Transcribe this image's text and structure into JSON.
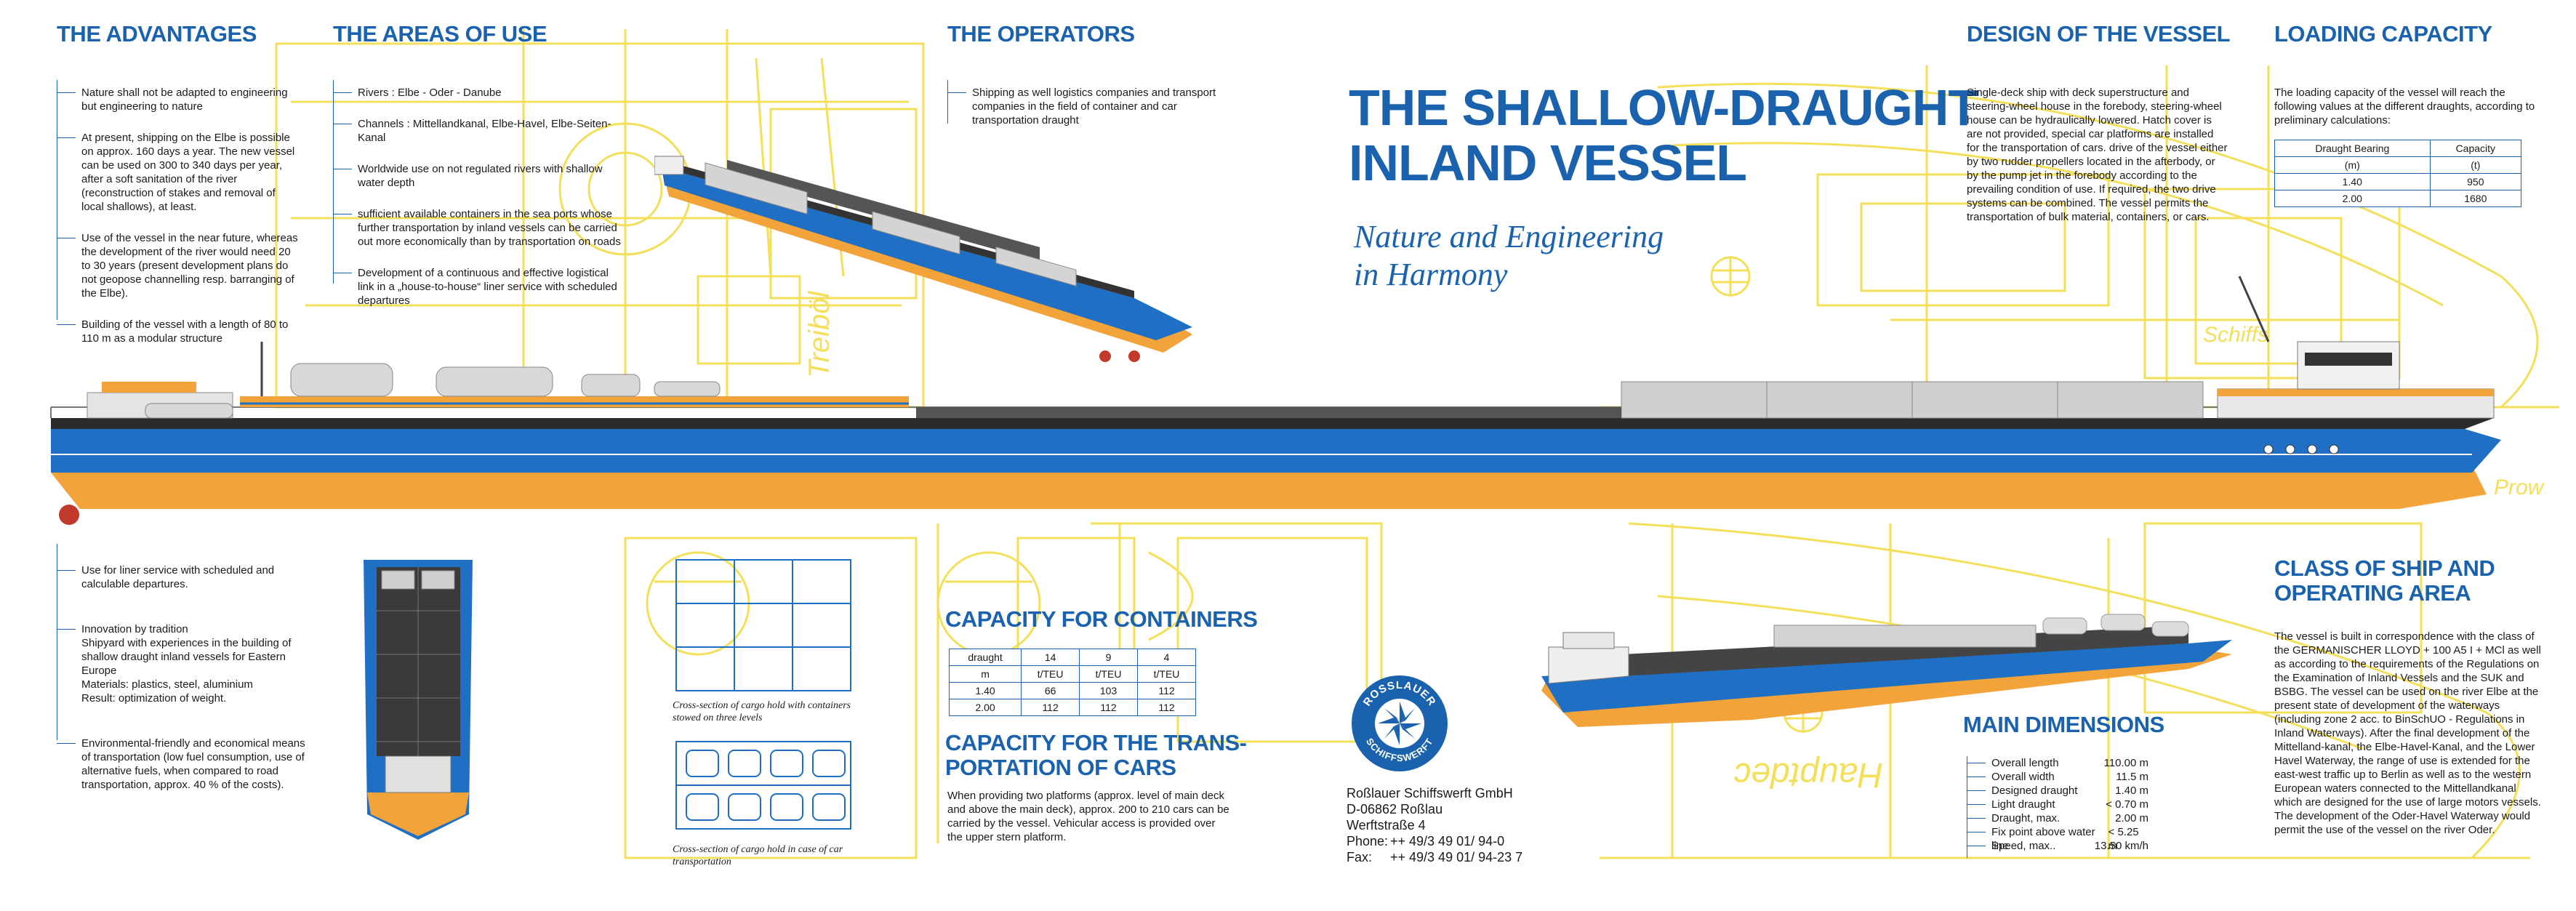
{
  "main": {
    "title_line1": "THE SHALLOW-DRAUGHT",
    "title_line2": "INLAND VESSEL",
    "subtitle_line1": "Nature and Engineering",
    "subtitle_line2": "in Harmony"
  },
  "advantages": {
    "heading": "THE ADVANTAGES",
    "items": [
      "Nature shall not be adapted to engineering but engineering to nature",
      "At present, shipping on the Elbe is possible on approx. 160 days a year. The new vessel can be used on 300 to 340 days per year, after a soft sanitation of the river (reconstruction of stakes and removal of local shallows), at least.",
      "Use of the vessel in the near future, whereas the development of the river would need 20 to 30 years (present development plans do not geopose channelling resp. barranging of the Elbe).",
      "Building of the vessel with a length of 80 to 110 m as a modular structure"
    ],
    "items_lower": [
      "Use for liner service with scheduled and calculable departures.",
      "Innovation by tradition\nShipyard with experiences in the building of shallow draught inland vessels for Eastern Europe\nMaterials: plastics, steel, aluminium\nResult: optimization of weight.",
      "Environmental-friendly and economical means of transportation (low fuel consumption, use of alternative fuels, when compared to road transportation, approx. 40 % of the costs)."
    ]
  },
  "areas": {
    "heading": "THE AREAS OF USE",
    "items": [
      "Rivers : Elbe - Oder - Danube",
      "Channels : Mittellandkanal, Elbe-Havel, Elbe-Seiten-Kanal",
      "Worldwide use on not regulated rivers with shallow water depth",
      "sufficient available containers in the sea ports whose further transportation by inland vessels can be carried out more economically than by transportation on roads",
      "Development of a continuous and effective logistical link in a „house-to-house“ liner service with scheduled departures"
    ]
  },
  "operators": {
    "heading": "THE OPERATORS",
    "text": "Shipping as well logistics companies and transport companies in the field of container and car transportation draught"
  },
  "design": {
    "heading": "DESIGN OF THE VESSEL",
    "text": "Single-deck ship with deck superstructure and steering-wheel house in the forebody, steering-wheel house can be hydraulically lowered. Hatch cover is are not provided, special car platforms are installed for the transportation of cars. drive of the vessel either by two rudder propellers located in the afterbody, or by the pump jet in the forebody according to the prevailing condition of use. If required, the two drive systems can be combined. The vessel permits the transportation of bulk material, containers, or cars."
  },
  "loading": {
    "heading": "LOADING CAPACITY",
    "text": "The loading capacity of the vessel will reach the following values at the different draughts, according to preliminary calculations:",
    "table": {
      "col1": "Draught Bearing",
      "col2": "Capacity",
      "unit1": "(m)",
      "unit2": "(t)",
      "rows": [
        [
          "1.40",
          "950"
        ],
        [
          "2.00",
          "1680"
        ]
      ]
    }
  },
  "class": {
    "heading_line1": "CLASS OF SHIP AND",
    "heading_line2": "OPERATING AREA",
    "text": "The vessel is built in correspondence with the class of the GERMANISCHER LLOYD + 100 A5 I + MCl as well as according to the requirements of the Regulations on the Examination of Inland Vessels and the SUK and BSBG. The vessel can be used on the river Elbe at the present state of development of the waterways (including zone 2 acc. to BinSchUO - Regulations in Inland Waterways). After the final development of the Mittelland-kanal, the Elbe-Havel-Kanal, and the Lower Havel Waterway, the range of use is extended for the east-west traffic up to Berlin as well as to the western European waters connected to the Mittellandkanal which are designed for the use of large motors vessels. The development of the Oder-Havel Waterway would permit the use of the vessel on the river Oder."
  },
  "dimensions": {
    "heading": "MAIN DIMENSIONS",
    "rows": [
      [
        "Overall length",
        "110.00 m"
      ],
      [
        "Overall width",
        "11.5 m"
      ],
      [
        "Designed draught",
        "1.40 m"
      ],
      [
        "Light draught",
        "< 0.70 m"
      ],
      [
        "Draught, max.",
        "2.00 m"
      ],
      [
        "Fix point above water line",
        "< 5.25 m"
      ],
      [
        "Speed, max..",
        "13.50 km/h"
      ]
    ]
  },
  "containers": {
    "heading": "CAPACITY FOR CONTAINERS",
    "table": {
      "header": [
        "draught",
        "14",
        "9",
        "4"
      ],
      "units": [
        "m",
        "t/TEU",
        "t/TEU",
        "t/TEU"
      ],
      "rows": [
        [
          "1.40",
          "66",
          "103",
          "112"
        ],
        [
          "2.00",
          "112",
          "112",
          "112"
        ]
      ]
    }
  },
  "cars": {
    "heading_line1": "CAPACITY FOR THE TRANS-",
    "heading_line2": "PORTATION OF CARS",
    "text": "When providing two platforms (approx. level of main deck and above the main deck), approx. 200 to 210 cars can be carried by the vessel. Vehicular access is provided over the upper stern platform."
  },
  "captions": {
    "containers_hold": "Cross-section of cargo hold with containers stowed on three levels",
    "cars_hold": "Cross-section of cargo hold in case of car transportation"
  },
  "company": {
    "logo_top": "ROSSLAUER",
    "logo_bottom": "SCHIFFSWERFT",
    "name": "Roßlauer Schiffswerft GmbH",
    "city": "D-06862 Roßlau",
    "street": "Werftstraße 4",
    "phone_label": "Phone:",
    "phone": "++ 49/3 49 01/ 94-0",
    "fax_label": "Fax:",
    "fax": "++ 49/3 49 01/ 94-23 7"
  },
  "blueprint_labels": {
    "treibol": "Treiböl",
    "hauptdec": "Hauptdec",
    "schiffs": "Schiffs",
    "prow": "Prow"
  },
  "colors": {
    "brand_blue": "#1a62ad",
    "hull_blue": "#1f6fc4",
    "hull_orange": "#f2a33a",
    "blueprint_yellow": "#f3df5a"
  }
}
